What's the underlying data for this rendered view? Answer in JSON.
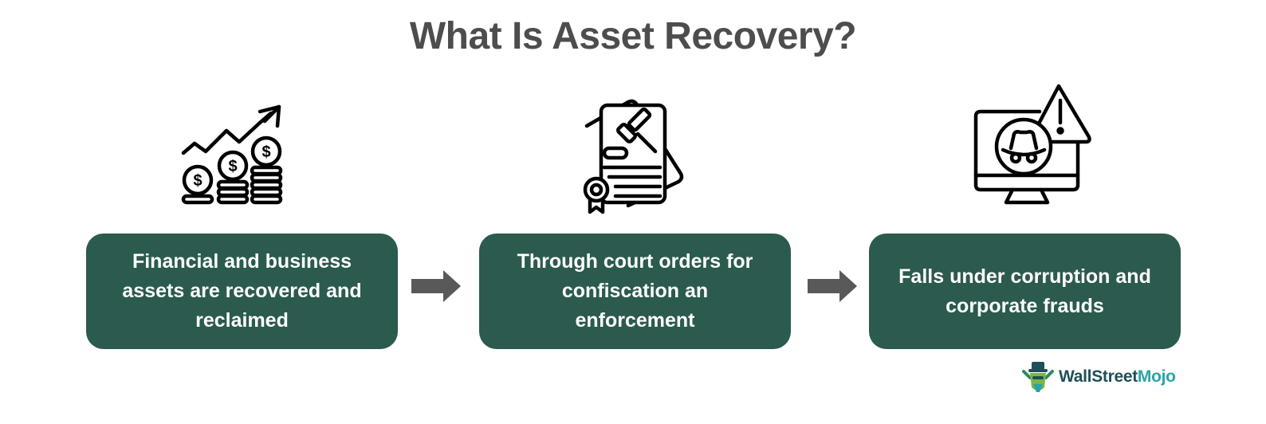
{
  "title": "What Is Asset Recovery?",
  "steps": [
    {
      "icon": "money-growth-icon",
      "text": "Financial and business assets are recovered and reclaimed"
    },
    {
      "icon": "court-document-icon",
      "text": "Through court orders for confiscation an enforcement"
    },
    {
      "icon": "computer-fraud-warning-icon",
      "text": "Falls under corruption and corporate frauds"
    }
  ],
  "colors": {
    "box": "#2b5a4e",
    "title": "#4d4d4d",
    "arrow": "#595959",
    "logo_dark": "#1f4f57",
    "logo_accent": "#2aa3a8"
  },
  "logo": {
    "part1": "WallStreet",
    "part2": "Mojo"
  }
}
